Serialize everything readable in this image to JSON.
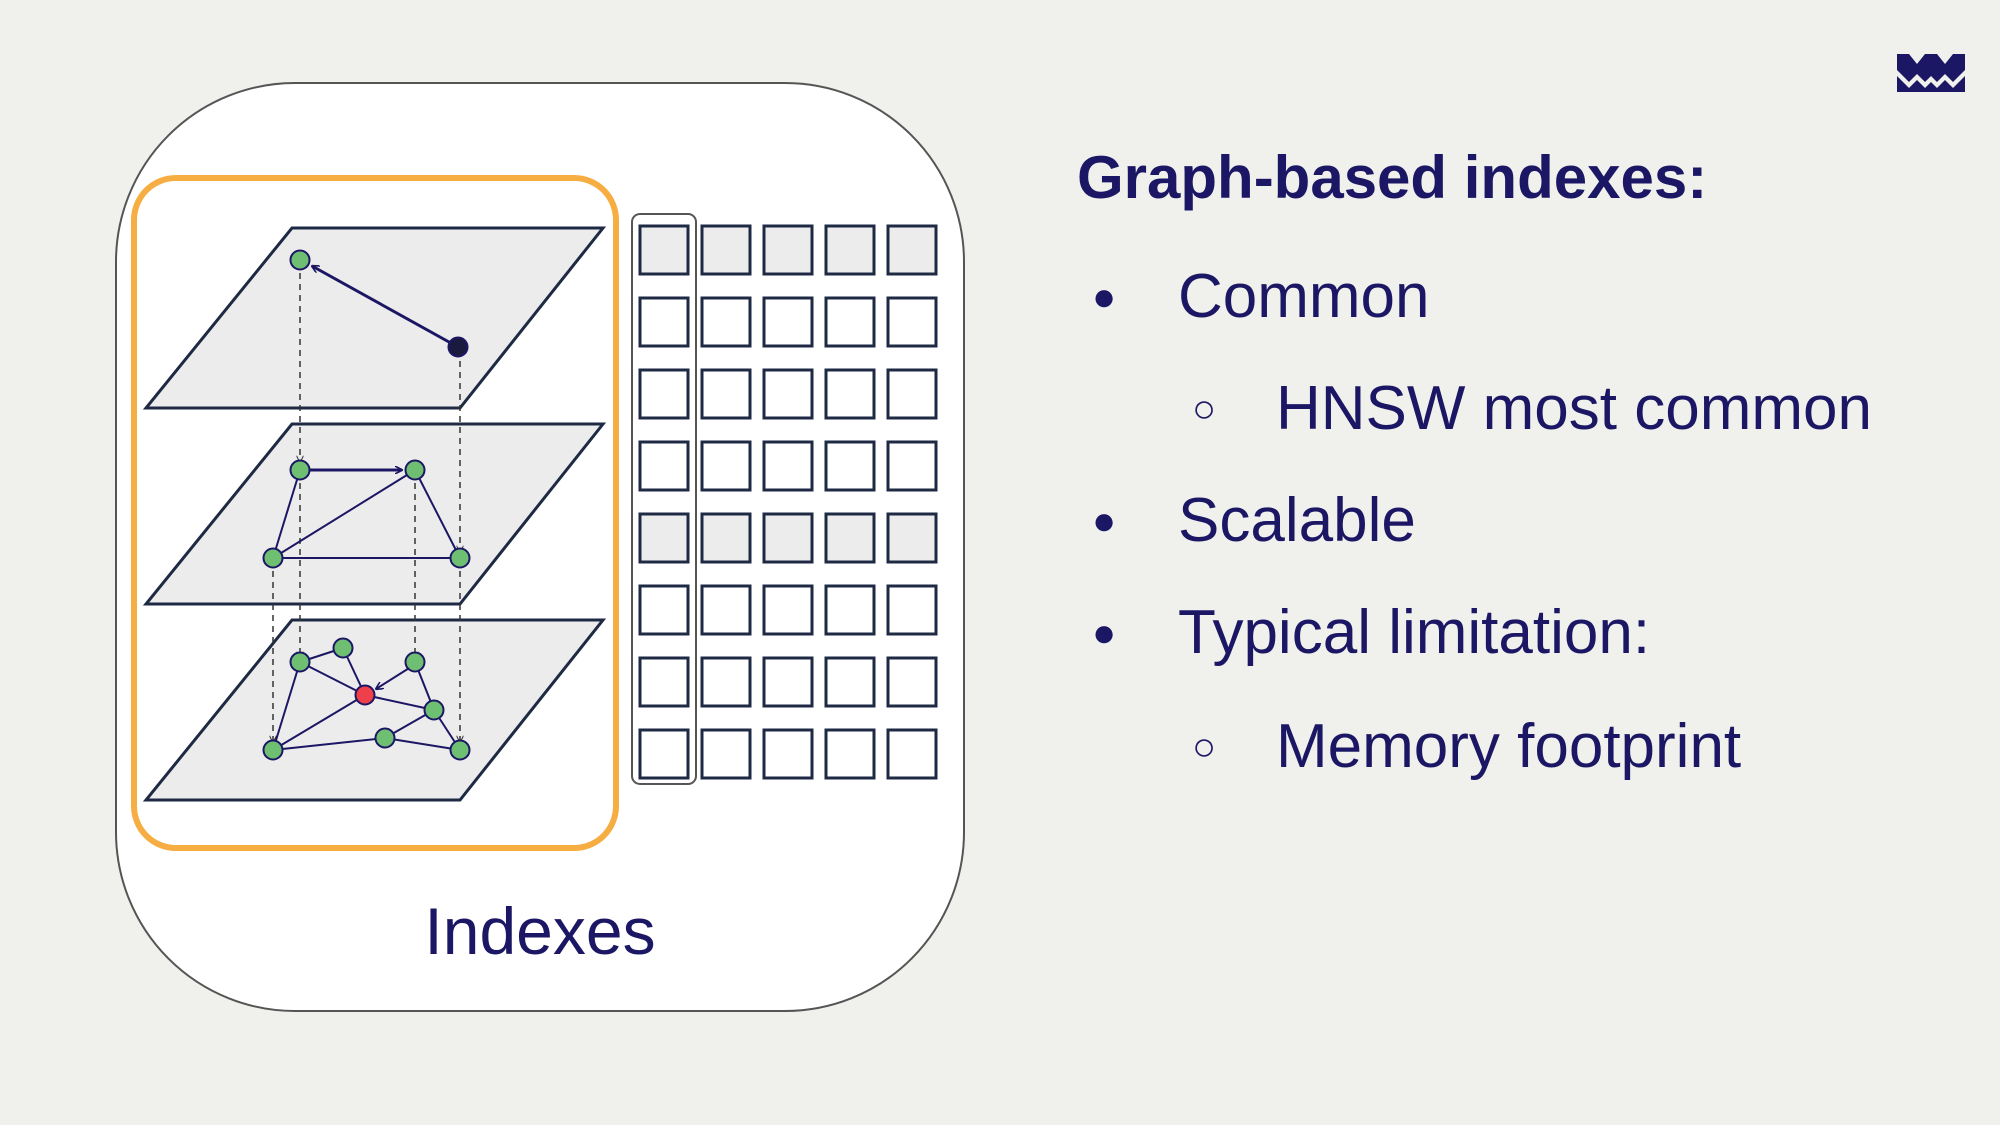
{
  "diagram": {
    "label": "Indexes"
  },
  "slide": {
    "heading": "Graph-based indexes:",
    "bullets": [
      {
        "text": "Common",
        "level": 1
      },
      {
        "text": "HNSW most common",
        "level": 2
      },
      {
        "text": "Scalable",
        "level": 1
      },
      {
        "text": "Typical limitation:",
        "level": 1
      },
      {
        "text": "Memory footprint",
        "level": 2
      }
    ],
    "level1_marker": "●",
    "level2_marker": "○"
  },
  "colors": {
    "background": "#f0f0ec",
    "text": "#1c1764",
    "highlight_border": "#f6ad42",
    "node_fill": "#6fbf73",
    "query_node": "#ef3f4a",
    "entry_node": "#1a1a3e",
    "plane_fill": "#ececec"
  },
  "logo": {
    "icon": "weaviate-logo-icon"
  }
}
